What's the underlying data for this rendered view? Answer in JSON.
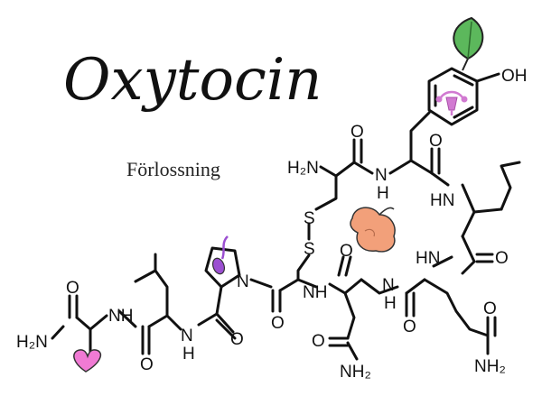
{
  "title": "Oxytocin",
  "subtitle": "Förlossning",
  "labels": {
    "h2n_top": "H₂N",
    "n_top": "N",
    "h_top": "H",
    "o_top1": "O",
    "o_top2": "O",
    "oh": "OH",
    "s1": "S",
    "s2": "S",
    "hn_right1": "HN",
    "o_right1": "O",
    "hn_right2": "HN",
    "o_right2": "O",
    "nh_mid": "NH",
    "n_mid": "N",
    "h_mid": "H",
    "o_mid1": "O",
    "o_mid2": "O",
    "o_mid3": "O",
    "nh_left": "NH",
    "n_left": "N",
    "h_left": "H",
    "o_left1": "O",
    "o_left2": "O",
    "h2n_left": "H₂N",
    "o_asn": "O",
    "nh2_asn": "NH₂",
    "o_gln": "O",
    "nh2_gln": "NH₂"
  },
  "icons": [
    "leaf-icon",
    "uterus-icon",
    "baby-icon",
    "sperm-icon",
    "heart-icon"
  ],
  "colors": {
    "leaf": "#5cb85c",
    "uterus": "#d17ad1",
    "baby": "#f2a07a",
    "sperm": "#9b4fd1",
    "heart": "#f07ad4"
  }
}
